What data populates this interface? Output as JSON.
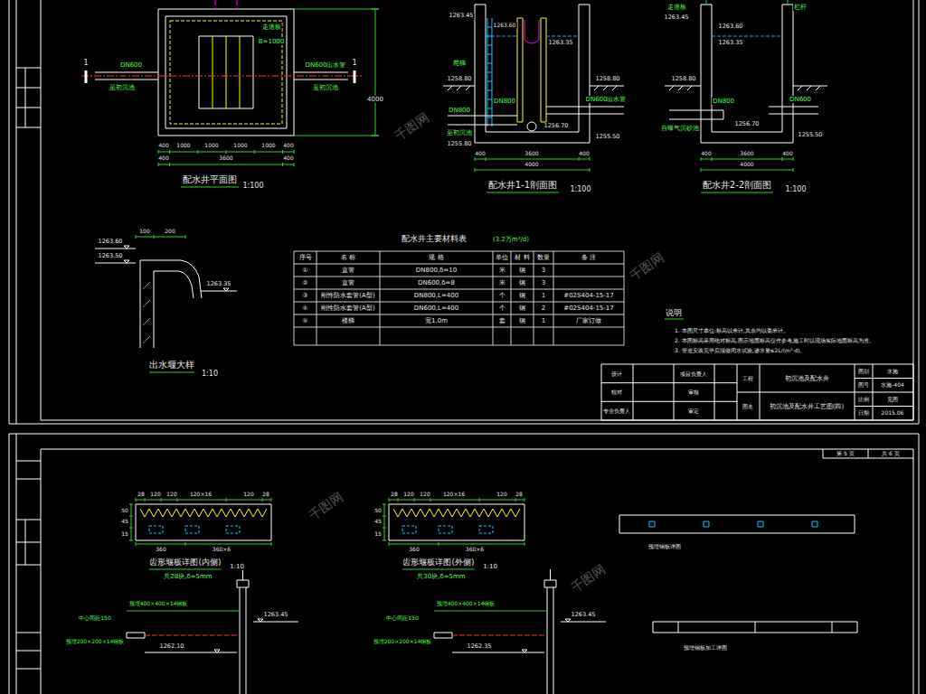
{
  "diagram": {
    "nodes": [
      {
        "text": [
          "配水井主要材料表",
          "(3.2万m³/d)"
        ]
      },
      {
        "text": [
          "初沉池及配水井",
          "初沉池及配水井工艺图(四)"
        ]
      }
    ],
    "labels": [
      "走道板",
      "B=1000",
      "DN600",
      "DN600出水管",
      "1",
      "1",
      "至初沉池",
      "至初沉池",
      "4000",
      "400",
      "1000",
      "1000",
      "1000",
      "1000",
      "400",
      "400",
      "3600",
      "400",
      "配水井平面图",
      "1:100",
      "1263.45",
      "1263.60",
      "1263.35",
      "爬梯",
      "1258.80",
      "1258.80",
      "DN800",
      "DN800",
      "DN600出水管",
      "1256.70",
      "1255.50",
      "1255.80",
      "至初沉池",
      "400",
      "3600",
      "400",
      "4000",
      "配水井1-1剖面图",
      "1:100",
      "走道板",
      "1263.45",
      "1263.60",
      "1263.35",
      "栏杆",
      "1258.80",
      "DN800",
      "DN600",
      "1256.70",
      "自曝气沉砂池",
      "1255.50",
      "400",
      "3600",
      "400",
      "4000",
      "配水井2-2剖面图",
      "1:100",
      "100",
      "200",
      "1263.60",
      "1263.50",
      "1263.35",
      "出水堰大样",
      "1:10",
      "序号",
      "名 称",
      "规 格",
      "单位",
      "材 料",
      "数量",
      "备 注",
      "①",
      "直管",
      "DN800,δ=10",
      "米",
      "钢",
      "3",
      "②",
      "直管",
      "DN600,δ=8",
      "米",
      "钢",
      "3",
      "③",
      "刚性防水套管(A型)",
      "DN800,L=400",
      "个",
      "钢",
      "1",
      "#02S404-15-17",
      "④",
      "刚性防水套管(A型)",
      "DN600,L=400",
      "个",
      "钢",
      "2",
      "#02S404-15-17",
      "⑤",
      "楼梯",
      "宽1.0m",
      "套",
      "钢",
      "1",
      "厂家订做",
      "说明",
      "1. 本图尺寸单位:标高以米计,其余均以毫米计。",
      "2. 本图标高采用绝对标高,图示地面标高仅作参考,施工时以现场实际地面标高为准。",
      "3. 管道安装完毕后须做闭水试验,渗水量≤2L/(m²·d)。",
      "设计",
      "校对",
      "专业负责人",
      "项目负责人",
      "审核",
      "审定",
      "工程",
      "图名",
      "图别",
      "水施",
      "图号",
      "水施-404",
      "比例",
      "见图",
      "日期",
      "2015.06",
      "第 5 页",
      "共 6 页",
      "28",
      "120",
      "120",
      "120×16",
      "120",
      "28",
      "50",
      "45",
      "15",
      "360",
      "360×6",
      "齿形堰板详图(内侧)",
      "1:10",
      "共28块,δ=5mm",
      "28",
      "120",
      "120",
      "120×16",
      "120",
      "28",
      "50",
      "45",
      "15",
      "360",
      "360×6",
      "齿形堰板详图(外侧)",
      "1:10",
      "共30块,δ=5mm",
      "预埋钢板详图",
      "预埋钢板加工详图",
      "预埋400×400×14钢板",
      "中心间距150",
      "1263.45",
      "预埋200×200×14钢板",
      "1262.10",
      "预埋400×400×14钢板",
      "中心间距150",
      "1263.45",
      "预埋200×200×14钢板",
      "1262.35",
      "千图网",
      "千图网",
      "千图网",
      "千图网"
    ]
  }
}
